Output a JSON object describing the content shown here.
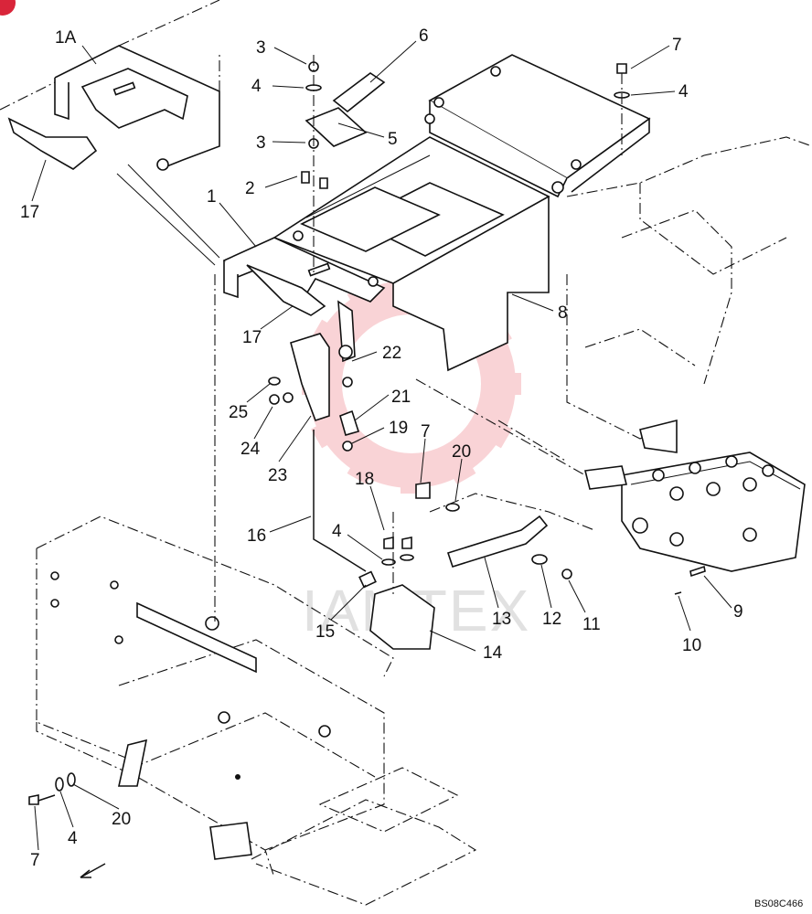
{
  "diagram": {
    "reference_code": "BS08C466",
    "watermark_text": "IAMTEX",
    "corner_badge_color": "#d9253a",
    "watermark_color": "#f2a0a6",
    "callouts": [
      {
        "id": "1A",
        "text": "1A"
      },
      {
        "id": "17a",
        "text": "17"
      },
      {
        "id": "1",
        "text": "1"
      },
      {
        "id": "17b",
        "text": "17"
      },
      {
        "id": "3a",
        "text": "3"
      },
      {
        "id": "4a",
        "text": "4"
      },
      {
        "id": "3b",
        "text": "3"
      },
      {
        "id": "2",
        "text": "2"
      },
      {
        "id": "6",
        "text": "6"
      },
      {
        "id": "5",
        "text": "5"
      },
      {
        "id": "7a",
        "text": "7"
      },
      {
        "id": "4b",
        "text": "4"
      },
      {
        "id": "8",
        "text": "8"
      },
      {
        "id": "22",
        "text": "22"
      },
      {
        "id": "25",
        "text": "25"
      },
      {
        "id": "21",
        "text": "21"
      },
      {
        "id": "24",
        "text": "24"
      },
      {
        "id": "19",
        "text": "19"
      },
      {
        "id": "23",
        "text": "23"
      },
      {
        "id": "7b",
        "text": "7"
      },
      {
        "id": "20a",
        "text": "20"
      },
      {
        "id": "18",
        "text": "18"
      },
      {
        "id": "16",
        "text": "16"
      },
      {
        "id": "4c",
        "text": "4"
      },
      {
        "id": "15",
        "text": "15"
      },
      {
        "id": "13",
        "text": "13"
      },
      {
        "id": "12",
        "text": "12"
      },
      {
        "id": "11",
        "text": "11"
      },
      {
        "id": "14",
        "text": "14"
      },
      {
        "id": "9",
        "text": "9"
      },
      {
        "id": "10",
        "text": "10"
      },
      {
        "id": "20b",
        "text": "20"
      },
      {
        "id": "4d",
        "text": "4"
      },
      {
        "id": "7c",
        "text": "7"
      }
    ]
  }
}
